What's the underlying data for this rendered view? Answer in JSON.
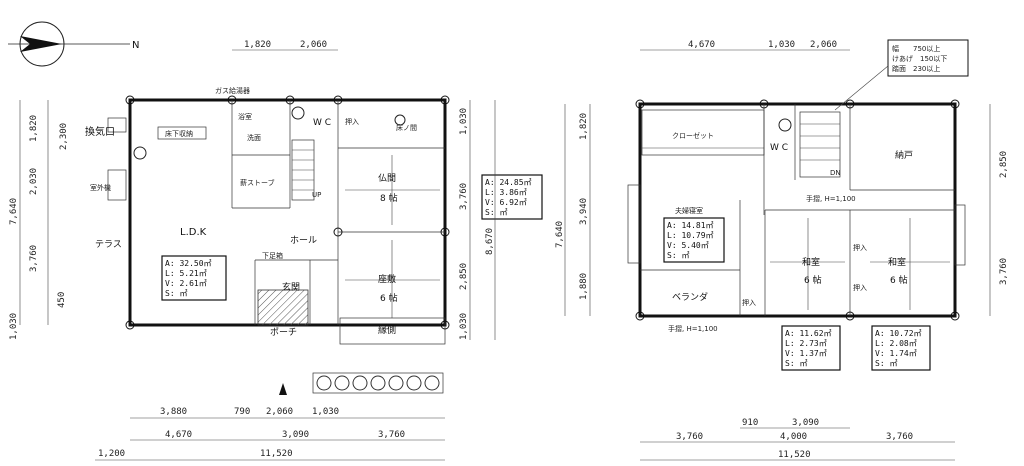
{
  "north_label": "N",
  "floor1": {
    "top_dims": [
      "1,820",
      "2,060"
    ],
    "bottom_dims_row1": [
      "3,880",
      "790",
      "2,060",
      "1,030"
    ],
    "bottom_dims_row2": [
      "4,670",
      "3,090",
      "3,760"
    ],
    "bottom_dims_row3": [
      "1,200",
      "11,520"
    ],
    "left_dims": [
      "1,820",
      "2,300",
      "2,030",
      "7,640",
      "3,760",
      "450",
      "1,030"
    ],
    "right_dims": [
      "1,030",
      "3,760",
      "8,670",
      "2,850",
      "1,030"
    ],
    "rooms": {
      "ldk": "L.D.K",
      "terrace": "テラス",
      "hall": "ホール",
      "butsuma": "仏間",
      "butsuma_size": "8 帖",
      "zashiki": "座敷",
      "zashiki_size": "6 帖",
      "genkan": "玄関",
      "porch": "ポーチ",
      "engawa": "縁側",
      "wc": "W C",
      "kitchen_storage": "床下収納",
      "fireplace": "薪ストーブ",
      "senmen": "洗面",
      "yokushitsu": "浴室",
      "gas_meter": "ガス給湯器",
      "oshiire": "押入",
      "tokonoma": "床ノ間",
      "ventilation": "換気口",
      "up": "UP",
      "shoes": "下足箱",
      "outdoor_unit": "室外機"
    },
    "box_ldk": {
      "A": "32.50㎡",
      "L": "5.21㎡",
      "V": "2.61㎡",
      "S": "㎡"
    },
    "box_butsuma": {
      "A": "24.85㎡",
      "L": "3.86㎡",
      "V": "6.92㎡",
      "S": "㎡"
    }
  },
  "floor2": {
    "top_dims": [
      "4,670",
      "1,030",
      "2,060"
    ],
    "bottom_dims_row1": [
      "910",
      "3,090"
    ],
    "bottom_dims_row2": [
      "3,760",
      "4,000",
      "3,760"
    ],
    "bottom_dims_row3": [
      "11,520"
    ],
    "left_dims": [
      "1,820",
      "3,940",
      "7,640",
      "1,880"
    ],
    "right_dims": [
      "2,850",
      "3,760"
    ],
    "legend": [
      "幅　　750以上",
      "けあげ　150以下",
      "踏面　230以上"
    ],
    "rooms": {
      "closet": "クローゼット",
      "wc": "W C",
      "nando": "納戸",
      "master": "夫婦寝室",
      "washitsu1": "和室",
      "washitsu1_size": "6 帖",
      "washitsu2": "和室",
      "washitsu2_size": "6 帖",
      "veranda": "ベランダ",
      "oshiire1": "押入",
      "oshiire2": "押入",
      "oshiire3": "押入",
      "dn": "DN",
      "rail1": "手摺, H=1,100",
      "rail2": "手摺, H=1,100"
    },
    "box_master": {
      "A": "14.81㎡",
      "L": "10.79㎡",
      "V": "5.40㎡",
      "S": "㎡"
    },
    "box_washitsu1": {
      "A": "11.62㎡",
      "L": "2.73㎡",
      "V": "1.37㎡",
      "S": "㎡"
    },
    "box_washitsu2": {
      "A": "10.72㎡",
      "L": "2.08㎡",
      "V": "1.74㎡",
      "S": "㎡"
    }
  }
}
